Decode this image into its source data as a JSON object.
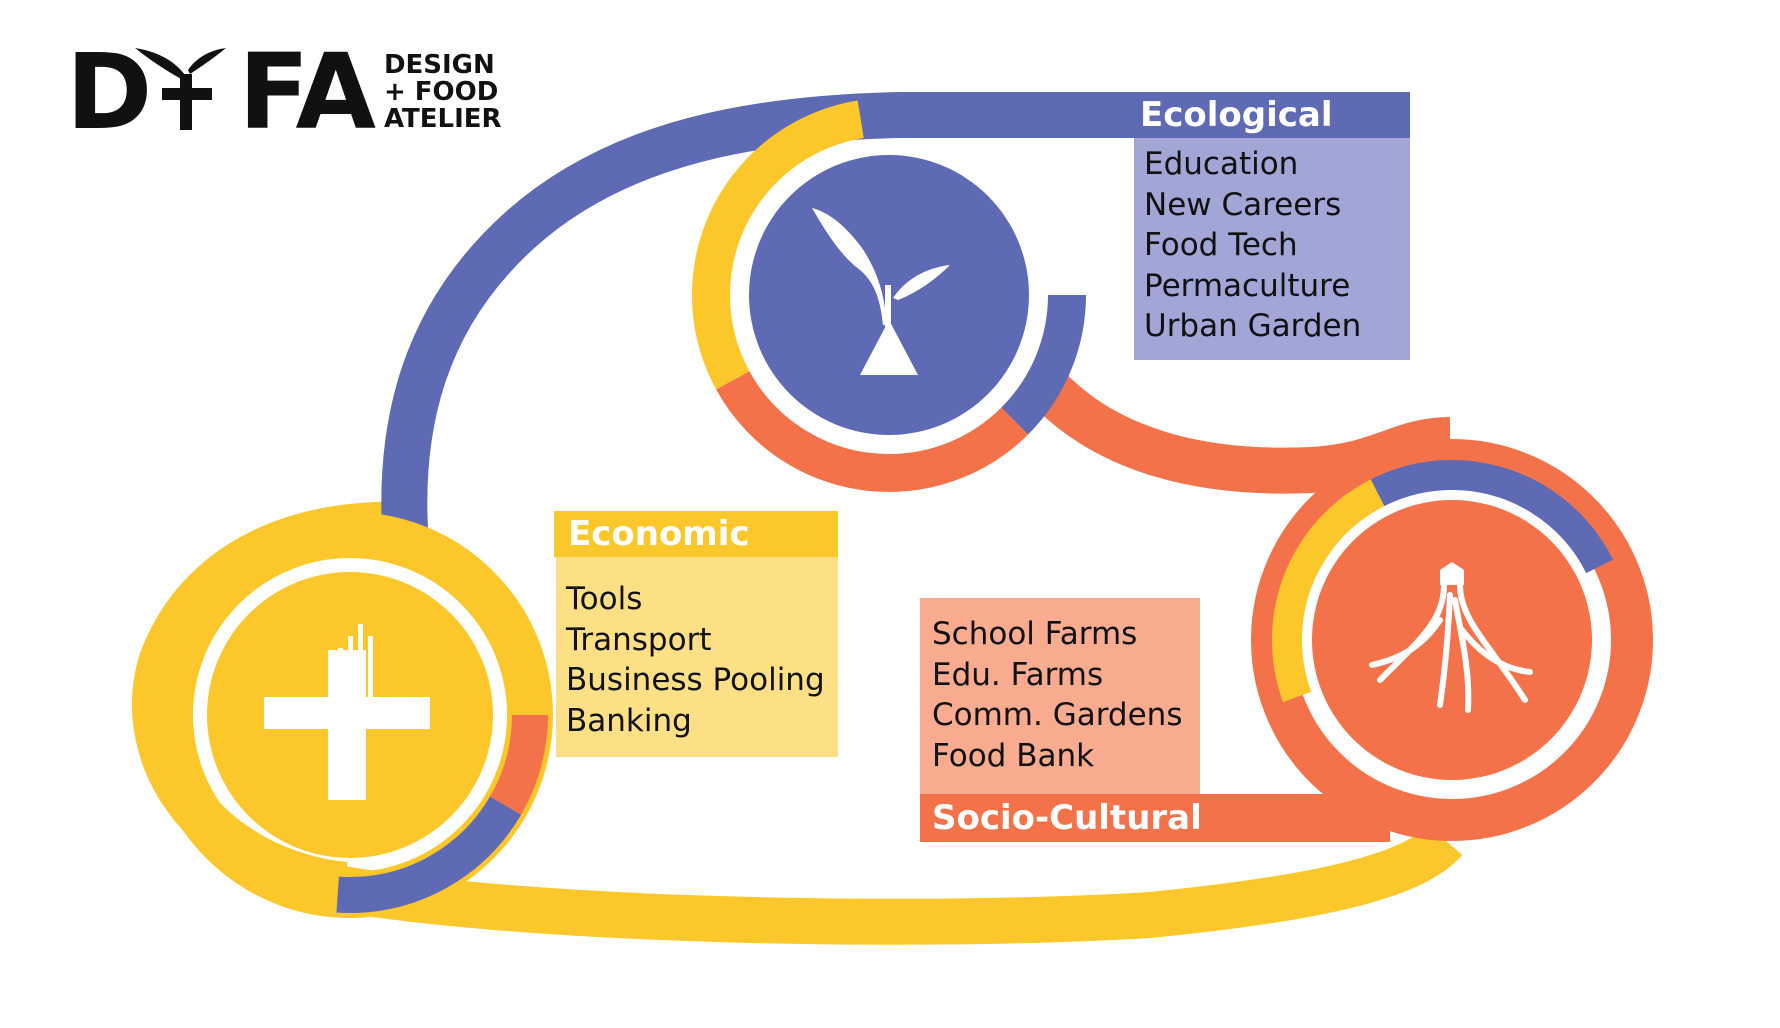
{
  "colors": {
    "blue": "#5e6ab4",
    "light_blue": "#a1a6d6",
    "yellow": "#fcc72a",
    "light_yellow": "#fddf85",
    "orange": "#f4724a",
    "light_orange": "#f9ab90",
    "white": "#ffffff",
    "black": "#111111"
  },
  "logo": {
    "mark_left": "D",
    "mark_right": "FA",
    "text_lines": [
      "DESIGN",
      "+ FOOD",
      "ATELIER"
    ],
    "icon": "sprout-plus-icon"
  },
  "ecological": {
    "title": "Ecological",
    "items": [
      "Education",
      "New Careers",
      "Food Tech",
      "Permaculture",
      "Urban Garden"
    ],
    "icon": "sprout-icon"
  },
  "economic": {
    "title": "Economic",
    "items": [
      "Tools",
      "Transport",
      "Business Pooling",
      "Banking"
    ],
    "icon": "plus-bars-icon"
  },
  "socio_cultural": {
    "title": "Socio-Cultural",
    "items": [
      "School Farms",
      "Edu. Farms",
      "Comm. Gardens",
      "Food Bank"
    ],
    "icon": "roots-icon"
  }
}
